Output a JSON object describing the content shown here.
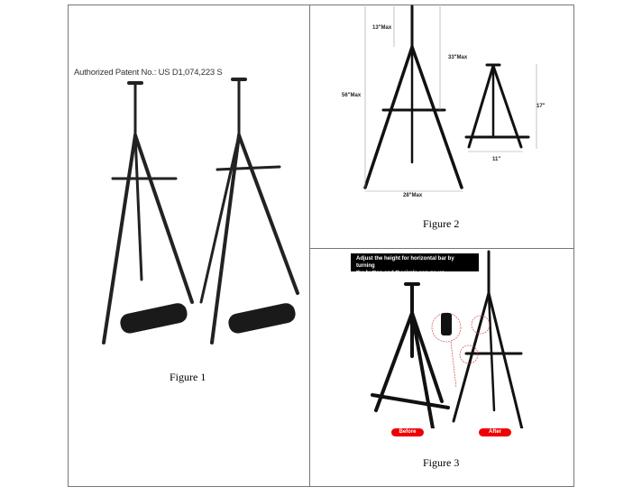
{
  "figure1": {
    "patent": "Authorized Patent No.: US D1,074,223 S",
    "caption": "Figure 1"
  },
  "figure2": {
    "caption": "Figure 2",
    "dims": {
      "top": "13\"Max",
      "mid": "33\"Max",
      "height": "56\"Max",
      "width": "28\"Max",
      "small_height": "17\"",
      "small_width": "11\""
    }
  },
  "figure3": {
    "banner_line1": "Adjust the height for horizontal bar by turning",
    "banner_line2": "the button and thecircle can go up",
    "before": "Before",
    "after": "After",
    "caption": "Figure 3"
  }
}
